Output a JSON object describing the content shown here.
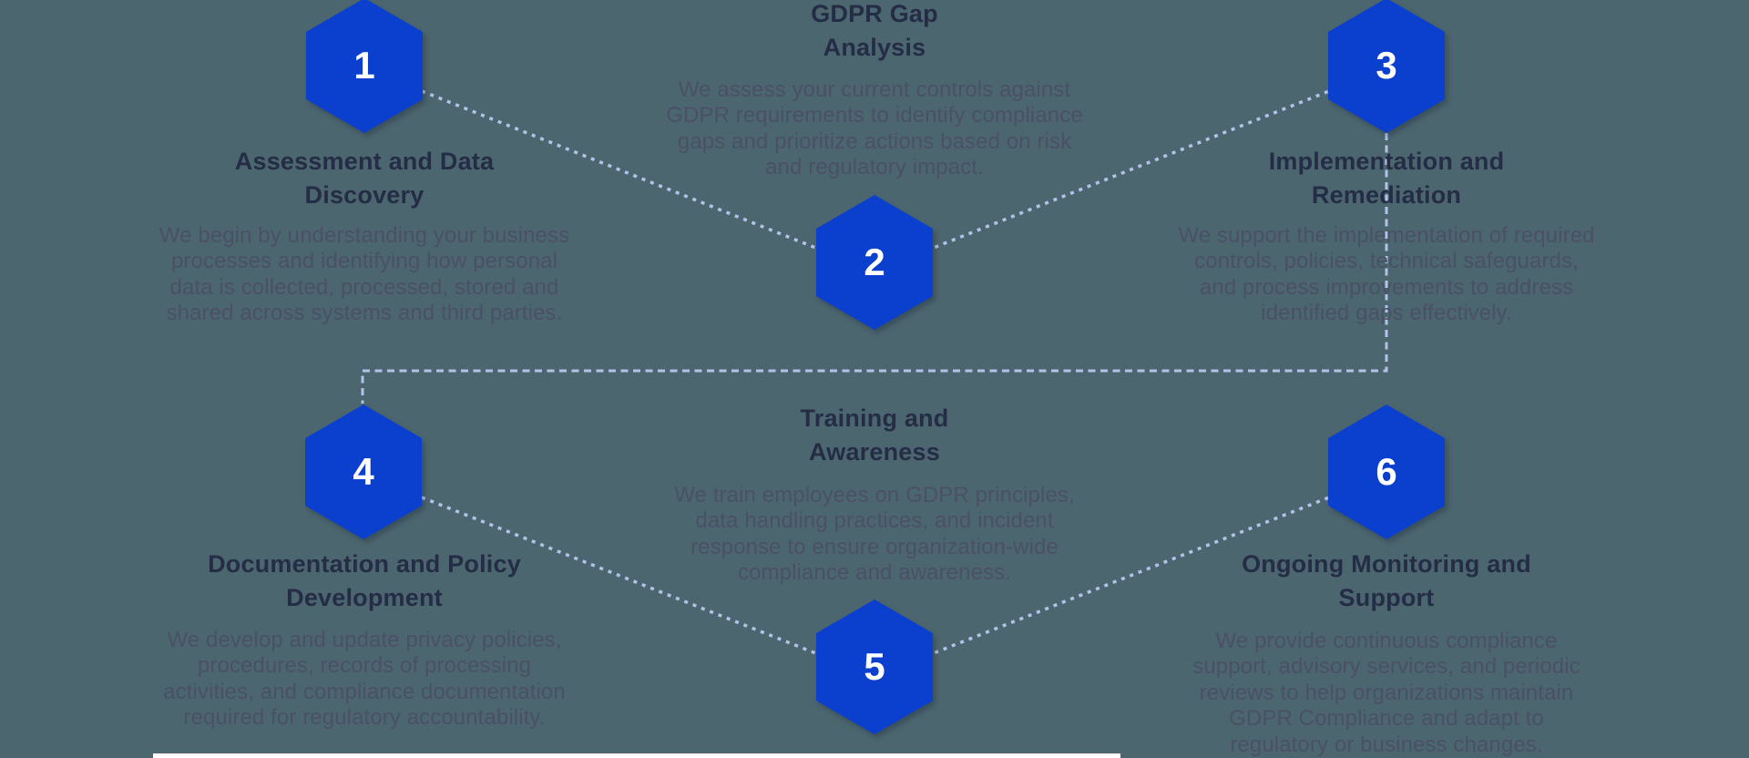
{
  "colors": {
    "background": "#4C6670",
    "hexagon_blue": "#0B40CE",
    "dash_line": "#B4C1E9",
    "title_text": "#242C46",
    "body_text": "#4A5065",
    "number_text": "#FFFFFF"
  },
  "steps": [
    {
      "number": "1",
      "title_lines": [
        "Assessment and Data",
        "Discovery"
      ],
      "desc_lines": [
        "We begin by understanding your business",
        "processes and identifying how personal",
        "data is collected, processed, stored and",
        "shared across systems and third parties."
      ]
    },
    {
      "number": "2",
      "title_lines": [
        "GDPR Gap",
        "Analysis"
      ],
      "desc_lines": [
        "We assess your current controls against",
        "GDPR requirements to identify compliance",
        "gaps and prioritize actions based on risk",
        "and regulatory impact."
      ]
    },
    {
      "number": "3",
      "title_lines": [
        "Implementation and",
        "Remediation"
      ],
      "desc_lines": [
        "We support the implementation of required",
        "controls, policies, technical safeguards,",
        "and process improvements to address",
        "identified gaps effectively."
      ]
    },
    {
      "number": "4",
      "title_lines": [
        "Documentation and Policy",
        "Development"
      ],
      "desc_lines": [
        "We develop and update privacy policies,",
        "procedures, records of processing",
        "activities, and compliance documentation",
        "required for regulatory accountability."
      ]
    },
    {
      "number": "5",
      "title_lines": [
        "Training and",
        "Awareness"
      ],
      "desc_lines": [
        "We train employees on GDPR principles,",
        "data handling practices, and incident",
        "response to ensure organization-wide",
        "compliance and awareness."
      ]
    },
    {
      "number": "6",
      "title_lines": [
        "Ongoing Monitoring and",
        "Support"
      ],
      "desc_lines": [
        "We provide continuous compliance",
        "support, advisory services, and periodic",
        "reviews to help organizations maintain",
        "GDPR Compliance and adapt to",
        "regulatory or business changes."
      ]
    }
  ]
}
